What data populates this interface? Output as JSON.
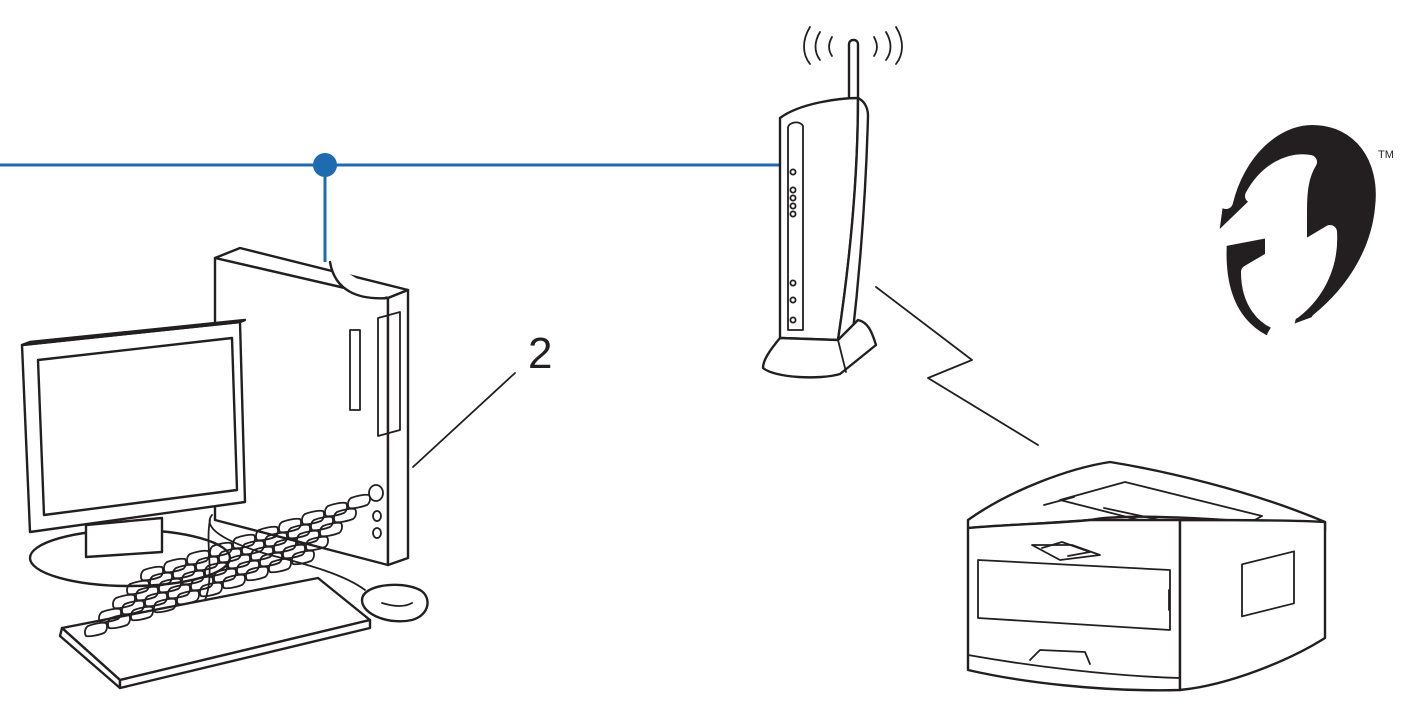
{
  "diagram": {
    "callout_label": "2",
    "trademark_mark": "TM",
    "colors": {
      "network_line": "#1f6bb0",
      "line_art": "#231f20",
      "background": "#ffffff"
    },
    "icons": [
      "computer-icon",
      "wireless-router-icon",
      "printer-icon",
      "wifi-protected-setup-logo",
      "wireless-signal-icon"
    ]
  }
}
